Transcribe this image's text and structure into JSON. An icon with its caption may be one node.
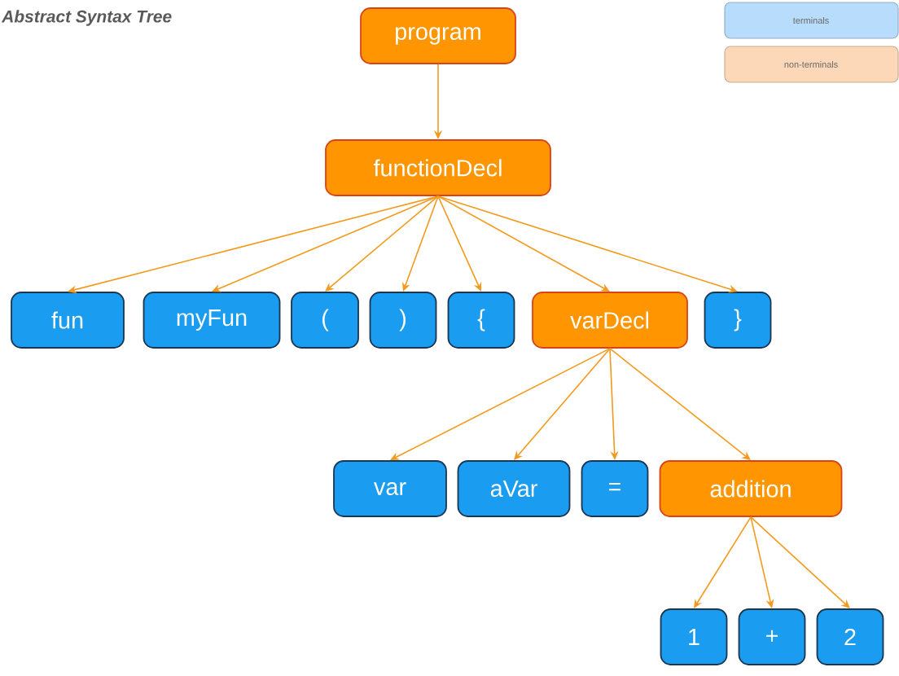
{
  "diagram": {
    "title": "Abstract Syntax Tree",
    "nodes": [
      {
        "text": [
          "program"
        ]
      },
      {
        "text": [
          "functionDecl"
        ]
      },
      {
        "text": [
          "fun"
        ]
      },
      {
        "text": [
          "myFun"
        ]
      },
      {
        "text": [
          "("
        ]
      },
      {
        "text": [
          ")"
        ]
      },
      {
        "text": [
          "{"
        ]
      },
      {
        "text": [
          "varDecl"
        ]
      },
      {
        "text": [
          "}"
        ]
      },
      {
        "text": [
          "var"
        ]
      },
      {
        "text": [
          "aVar"
        ]
      },
      {
        "text": [
          "="
        ]
      },
      {
        "text": [
          "addition"
        ]
      },
      {
        "text": [
          "1"
        ]
      },
      {
        "text": [
          "+"
        ]
      },
      {
        "text": [
          "2"
        ]
      }
    ],
    "edges": [
      {
        "from": 0,
        "to": 1,
        "arrow": "to"
      },
      {
        "from": 1,
        "to": 2,
        "arrow": "to"
      },
      {
        "from": 1,
        "to": 3,
        "arrow": "to"
      },
      {
        "from": 1,
        "to": 4,
        "arrow": "to"
      },
      {
        "from": 1,
        "to": 5,
        "arrow": "to"
      },
      {
        "from": 1,
        "to": 6,
        "arrow": "to"
      },
      {
        "from": 1,
        "to": 7,
        "arrow": "to"
      },
      {
        "from": 1,
        "to": 8,
        "arrow": "to"
      },
      {
        "from": 7,
        "to": 9,
        "arrow": "to"
      },
      {
        "from": 7,
        "to": 10,
        "arrow": "to"
      },
      {
        "from": 7,
        "to": 11,
        "arrow": "to"
      },
      {
        "from": 7,
        "to": 12,
        "arrow": "to"
      },
      {
        "from": 12,
        "to": 13,
        "arrow": "to"
      },
      {
        "from": 12,
        "to": 14,
        "arrow": "to"
      },
      {
        "from": 12,
        "to": 15,
        "arrow": "to"
      }
    ],
    "legend": [
      {
        "text": "terminals",
        "color": "#b8dcfb"
      },
      {
        "text": "non-terminals",
        "color": "#fdd8b8"
      }
    ]
  }
}
